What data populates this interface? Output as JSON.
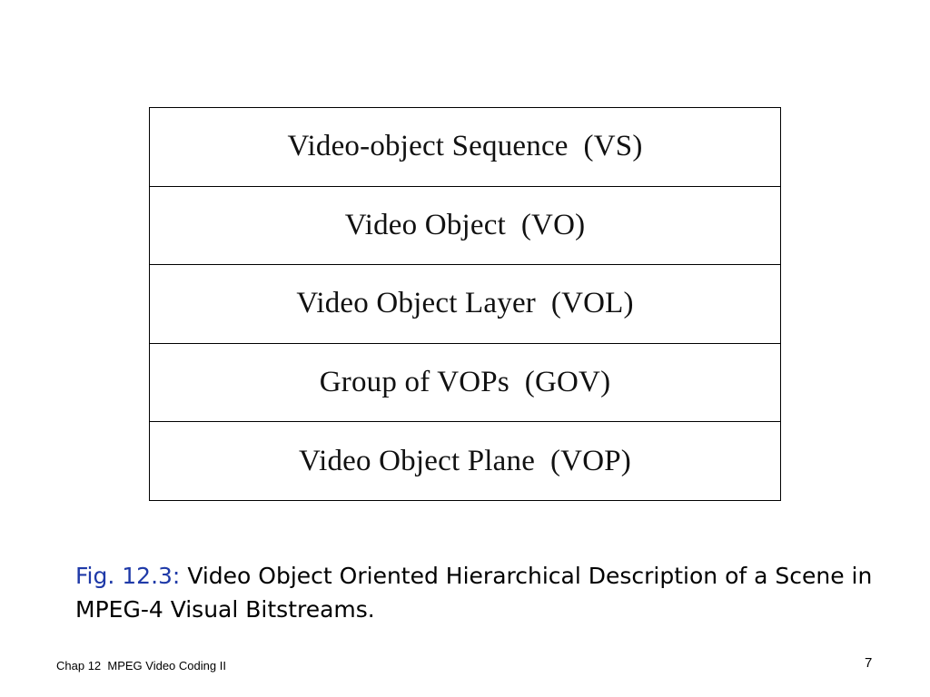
{
  "diagram": {
    "levels": [
      {
        "label": "Video-object Sequence  (VS)"
      },
      {
        "label": "Video Object  (VO)"
      },
      {
        "label": "Video Object Layer  (VOL)"
      },
      {
        "label": "Group of VOPs  (GOV)"
      },
      {
        "label": "Video Object Plane  (VOP)"
      }
    ]
  },
  "caption": {
    "prefix": "Fig. 12.3:",
    "text": "Video Object Oriented Hierarchical Description of a Scene in MPEG-4 Visual Bitstreams."
  },
  "footer": {
    "left": "Chap 12  MPEG Video Coding II",
    "page_number": "7"
  },
  "colors": {
    "caption_prefix": "#1f3aa8"
  }
}
